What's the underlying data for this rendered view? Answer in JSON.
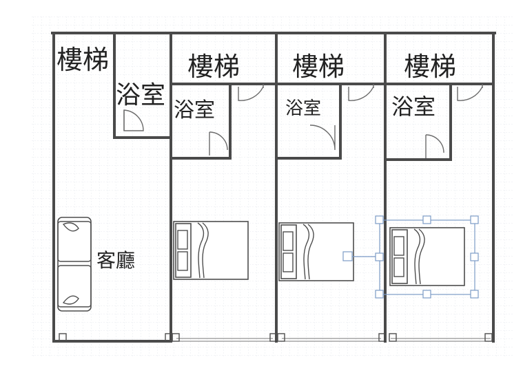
{
  "rooms": {
    "stairs_1": "樓梯",
    "stairs_2": "樓梯",
    "stairs_3": "樓梯",
    "stairs_4": "樓梯",
    "bath_1": "浴室",
    "bath_2": "浴室",
    "bath_3": "浴室",
    "bath_4": "浴室",
    "living": "客廳"
  },
  "colors": {
    "wall": "#4a4a4a",
    "grid": "#d9dde4",
    "selection": "#7b9bc6"
  }
}
